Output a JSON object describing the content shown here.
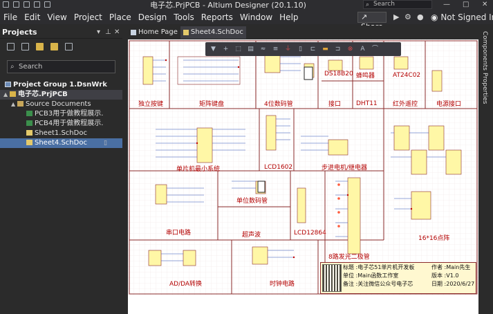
{
  "window": {
    "title": "电子芯.PrjPCB - Altium Designer (20.1.10)",
    "search_placeholder": "Search",
    "minimize": "—",
    "maximize": "□",
    "close": "✕"
  },
  "menu": {
    "items": [
      "File",
      "Edit",
      "View",
      "Project",
      "Place",
      "Design",
      "Tools",
      "Reports",
      "Window",
      "Help"
    ]
  },
  "header_right": {
    "share_label": "Share",
    "share_icon": "share-icon",
    "account_label": "Not Signed In"
  },
  "projects_panel": {
    "title": "Projects",
    "search_placeholder": "Search",
    "tree": [
      {
        "label": "Project Group 1.DsnWrk",
        "icon": "project-group-icon",
        "level": 0,
        "bold": true
      },
      {
        "label": "电子芯.PrjPCB",
        "icon": "project-icon",
        "level": 1,
        "bold": true
      },
      {
        "label": "Source Documents",
        "icon": "folder-icon",
        "level": 2,
        "bold": false
      },
      {
        "label": "PCB3用于做教程展示.",
        "icon": "pcb-doc-icon",
        "level": 3,
        "bold": false
      },
      {
        "label": "PCB4用于做教程展示.",
        "icon": "pcb-doc-icon",
        "level": 3,
        "bold": false
      },
      {
        "label": "Sheet1.SchDoc",
        "icon": "schdoc-icon",
        "level": 3,
        "bold": false
      },
      {
        "label": "Sheet4.SchDoc",
        "icon": "schdoc-icon",
        "level": 3,
        "bold": false,
        "selected": true
      }
    ]
  },
  "doc_tabs": [
    {
      "label": "Home Page",
      "icon": "home-icon",
      "active": false
    },
    {
      "label": "Sheet4.SchDoc",
      "icon": "schdoc-icon",
      "active": true
    }
  ],
  "right_rail": {
    "items": [
      "Components",
      "Properties"
    ]
  },
  "schematic": {
    "blocks": [
      "独立按键",
      "矩阵键盘",
      "4位数码管",
      "DS18B20",
      "蜂鸣器",
      "AT24C02",
      "接口",
      "DHT11",
      "红外遥控",
      "电源接口",
      "单片机最小系统",
      "LCD1602",
      "步进电机/继电器",
      "单位数码管",
      "串口电路",
      "超声波",
      "LCD12864",
      "8路发光二极管",
      "16*16点阵",
      "AD/DA转换",
      "时钟电路"
    ],
    "title_block": {
      "title": "标题 :电子芯51单片机开发板",
      "author": "作者 :Main先生",
      "unit": "单位 :Main函数工作室",
      "version": "版本 :V1.0",
      "note": "备注 :关注微信公众号电子芯",
      "date": "日期 :2020/6/27"
    }
  },
  "toolbar_icons": [
    "filter-icon",
    "plus-icon",
    "select-rect-icon",
    "align-icon",
    "wire-icon",
    "bus-icon",
    "power-port-icon",
    "part-icon",
    "net-label-icon",
    "port-icon",
    "harness-icon",
    "no-erc-icon",
    "text-icon",
    "arc-icon"
  ],
  "colors": {
    "accent_select": "#4a6fa3",
    "sheet_border": "#8a2a2a",
    "block_label": "#b30000"
  }
}
